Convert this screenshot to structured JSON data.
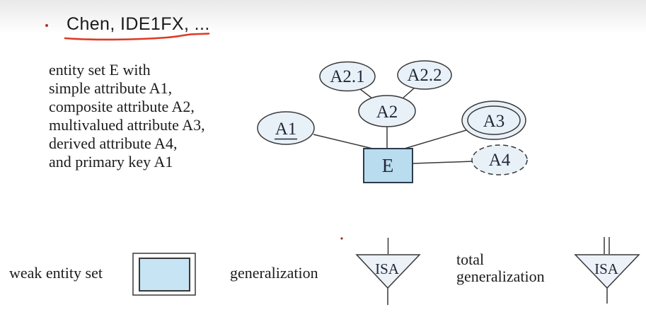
{
  "title": {
    "text": "Chen, IDE1FX, ..."
  },
  "description": {
    "lines": [
      "entity set E with",
      "simple attribute A1,",
      "composite attribute A2,",
      "multivalued attribute A3,",
      "derived attribute A4,",
      "and primary key A1"
    ]
  },
  "diagram": {
    "entity_label": "E",
    "attributes": {
      "a1": "A1",
      "a2": "A2",
      "a21": "A2.1",
      "a22": "A2.2",
      "a3": "A3",
      "a4": "A4"
    }
  },
  "legend": {
    "weak_entity_label": "weak entity set",
    "generalization_label": "generalization",
    "total_generalization_line1": "total",
    "total_generalization_line2": "generalization",
    "isa_label": "ISA"
  },
  "colors": {
    "ellipse_fill": "#e9f1f8",
    "entity_fill": "#b9dcee",
    "weak_inner_fill": "#c6e4f3",
    "triangle_fill": "#edf2f8",
    "red_annotation": "#dd3a24"
  }
}
